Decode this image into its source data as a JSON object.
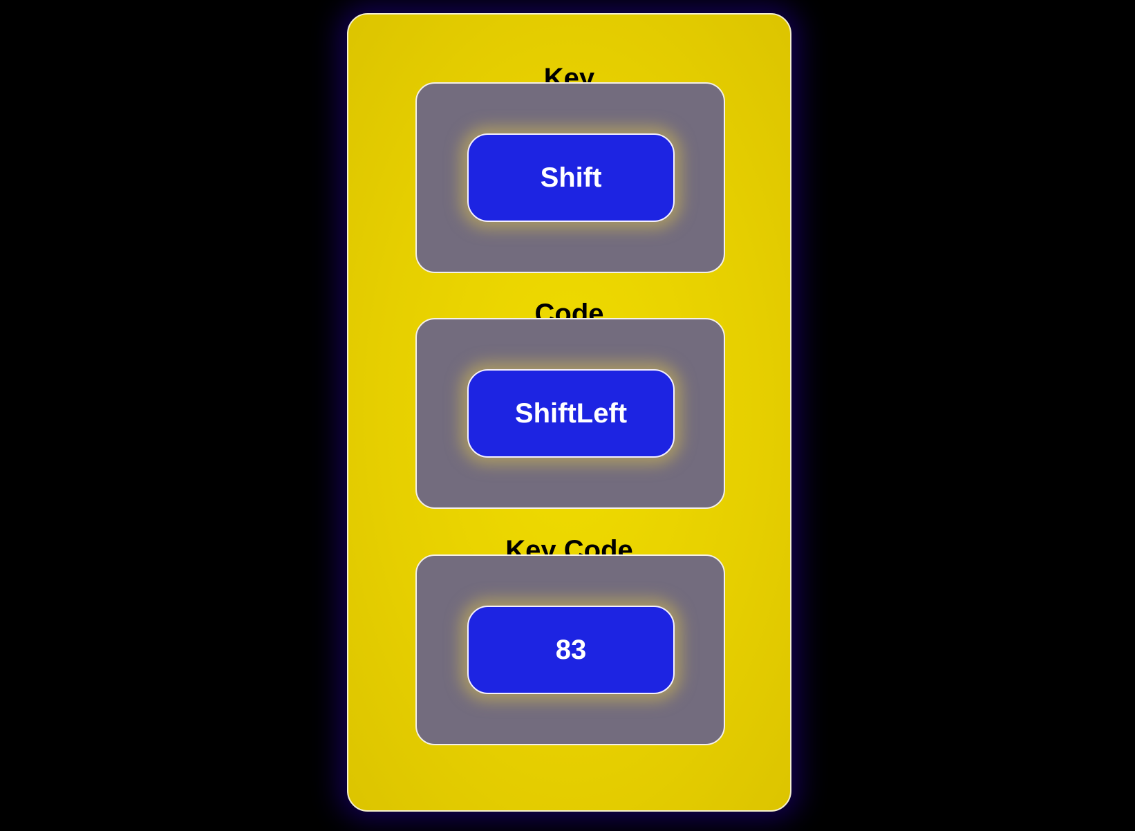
{
  "sections": [
    {
      "label": "Key",
      "value": "Shift"
    },
    {
      "label": "Code",
      "value": "ShiftLeft"
    },
    {
      "label": "Key Code",
      "value": "83"
    }
  ],
  "colors": {
    "background": "#000000",
    "card": "#e6cf00",
    "panel": "#736c7e",
    "value_box": "#1d24e2",
    "value_text": "#ffffff"
  }
}
